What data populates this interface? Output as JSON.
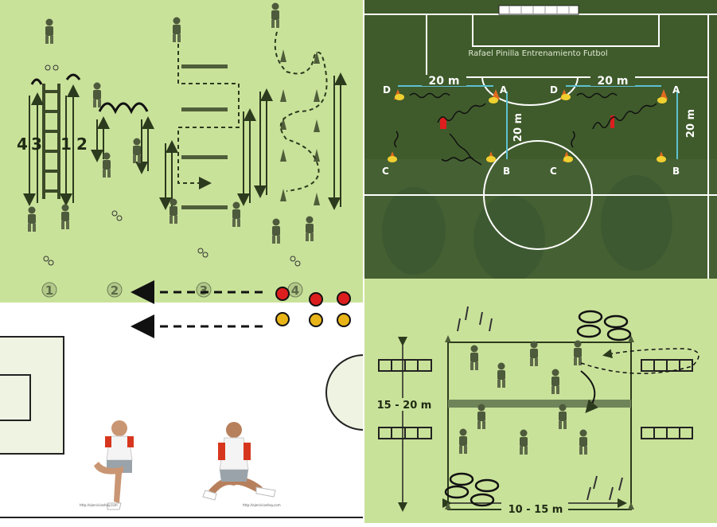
{
  "colors": {
    "light_green": "#c9e29a",
    "dark_pitch": "#3f5b2b",
    "line_white": "#ffffff",
    "cyan_line": "#5cc0d0",
    "marker_red": "#dd1e1e",
    "marker_yellow": "#e8b418",
    "text_dark": "#1f2a14"
  },
  "top_left": {
    "station_numbers": [
      "1",
      "2",
      "3",
      "4"
    ],
    "lane_labels": [
      "4",
      "3",
      "1",
      "2"
    ]
  },
  "top_right": {
    "caption": "Rafael Pinilla Entrenamiento Futbol",
    "distance_h": "20 m",
    "distance_v": "20 m",
    "points": [
      "A",
      "B",
      "C",
      "D"
    ]
  },
  "bottom_right": {
    "height_label": "15 - 20 m",
    "width_label": "10 - 15 m"
  },
  "bottom_left": {
    "credit_left": "http://ejercicioshoy.com",
    "credit_right": "http://ejercicioshoy.com"
  },
  "icons": [
    "cone-icon",
    "player-icon",
    "hurdle-icon",
    "ladder-icon",
    "ball-icon",
    "traffic-marker-icon",
    "goal-icon",
    "ring-icon"
  ]
}
